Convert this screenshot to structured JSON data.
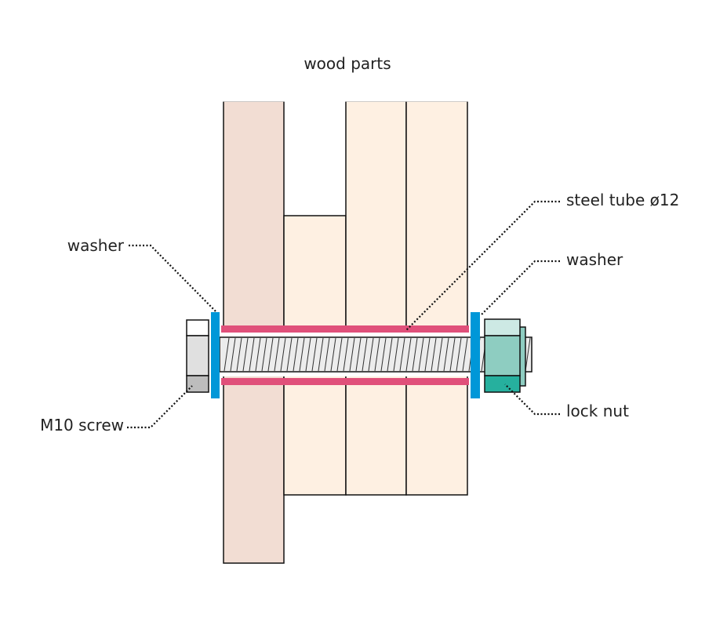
{
  "diagram": {
    "title": "wood parts",
    "labels": {
      "washer_left": "washer",
      "m10_screw": "M10 screw",
      "steel_tube": "steel tube ø12",
      "washer_right": "washer",
      "lock_nut": "lock nut"
    },
    "colors": {
      "wood_dark": "#f2ddd3",
      "wood_light": "#fef0e2",
      "washer": "#0097d8",
      "tube": "#e0507a",
      "screw_head": "#e0e0e0",
      "screw_head_shade": "#bdbdbd",
      "nut": "#8ecdc1",
      "nut_light": "#cde9e4",
      "nut_dark": "#26b09e",
      "outline": "#111111"
    }
  }
}
